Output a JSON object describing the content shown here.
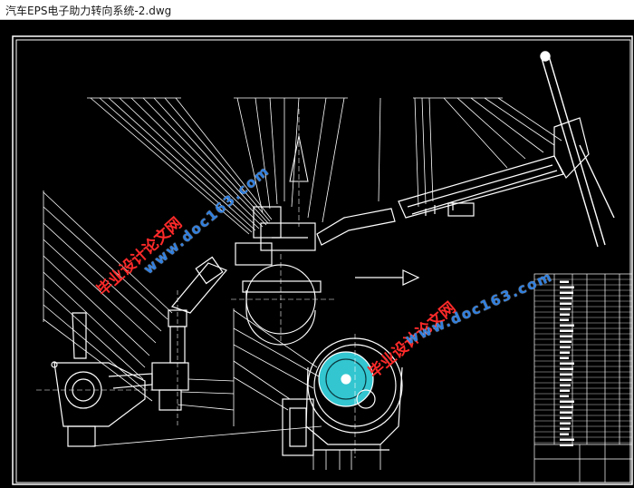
{
  "window": {
    "title": "汽车EPS电子助力转向系统-2.dwg"
  },
  "watermarks": [
    {
      "text": "毕业设计论文网",
      "color": "#ff2a2a"
    },
    {
      "text": "www.doc163.com",
      "color": "#2f7fe0"
    },
    {
      "text": "毕业设计论文网",
      "color": "#ff2a2a"
    },
    {
      "text": "www.doc163.com",
      "color": "#2f7fe0"
    }
  ],
  "colors": {
    "background": "#000000",
    "line": "#ffffff",
    "accent_cyan": "#33c6d0"
  }
}
